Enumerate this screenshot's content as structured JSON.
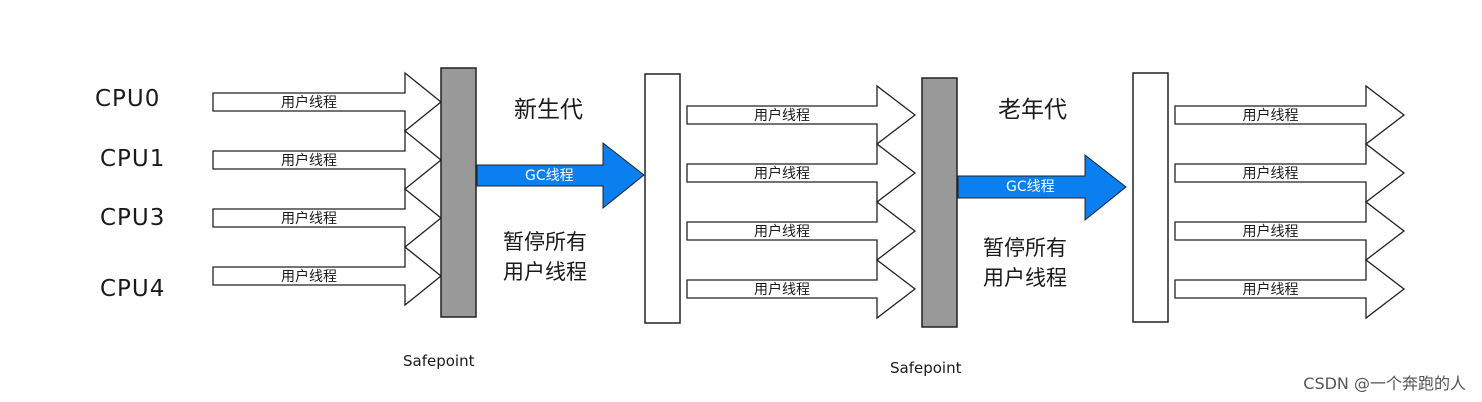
{
  "cpus": [
    "CPU0",
    "CPU1",
    "CPU3",
    "CPU4"
  ],
  "thread_label": "用户线程",
  "gc_label": "GC线程",
  "young_gen": {
    "title": "新生代",
    "pause_line1": "暂停所有",
    "pause_line2": "用户线程",
    "safepoint": "Safepoint"
  },
  "old_gen": {
    "title": "老年代",
    "pause_line1": "暂停所有",
    "pause_line2": "用户线程",
    "safepoint": "Safepoint"
  },
  "watermark": "CSDN @一个奔跑的人",
  "colors": {
    "safepoint_bar": "#999999",
    "gc_arrow": "#0a7ff0",
    "outline": "#222222"
  }
}
